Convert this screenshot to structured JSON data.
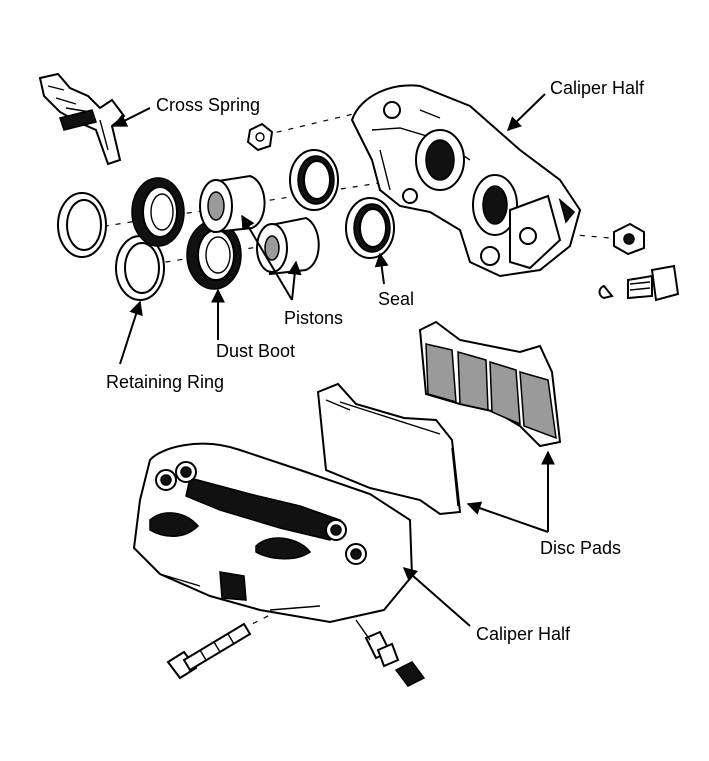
{
  "labels": {
    "cross_spring": "Cross Spring",
    "caliper_half_top": "Caliper Half",
    "seal": "Seal",
    "pistons": "Pistons",
    "dust_boot": "Dust Boot",
    "retaining_ring": "Retaining Ring",
    "disc_pads": "Disc Pads",
    "caliper_half_bottom": "Caliper Half"
  }
}
